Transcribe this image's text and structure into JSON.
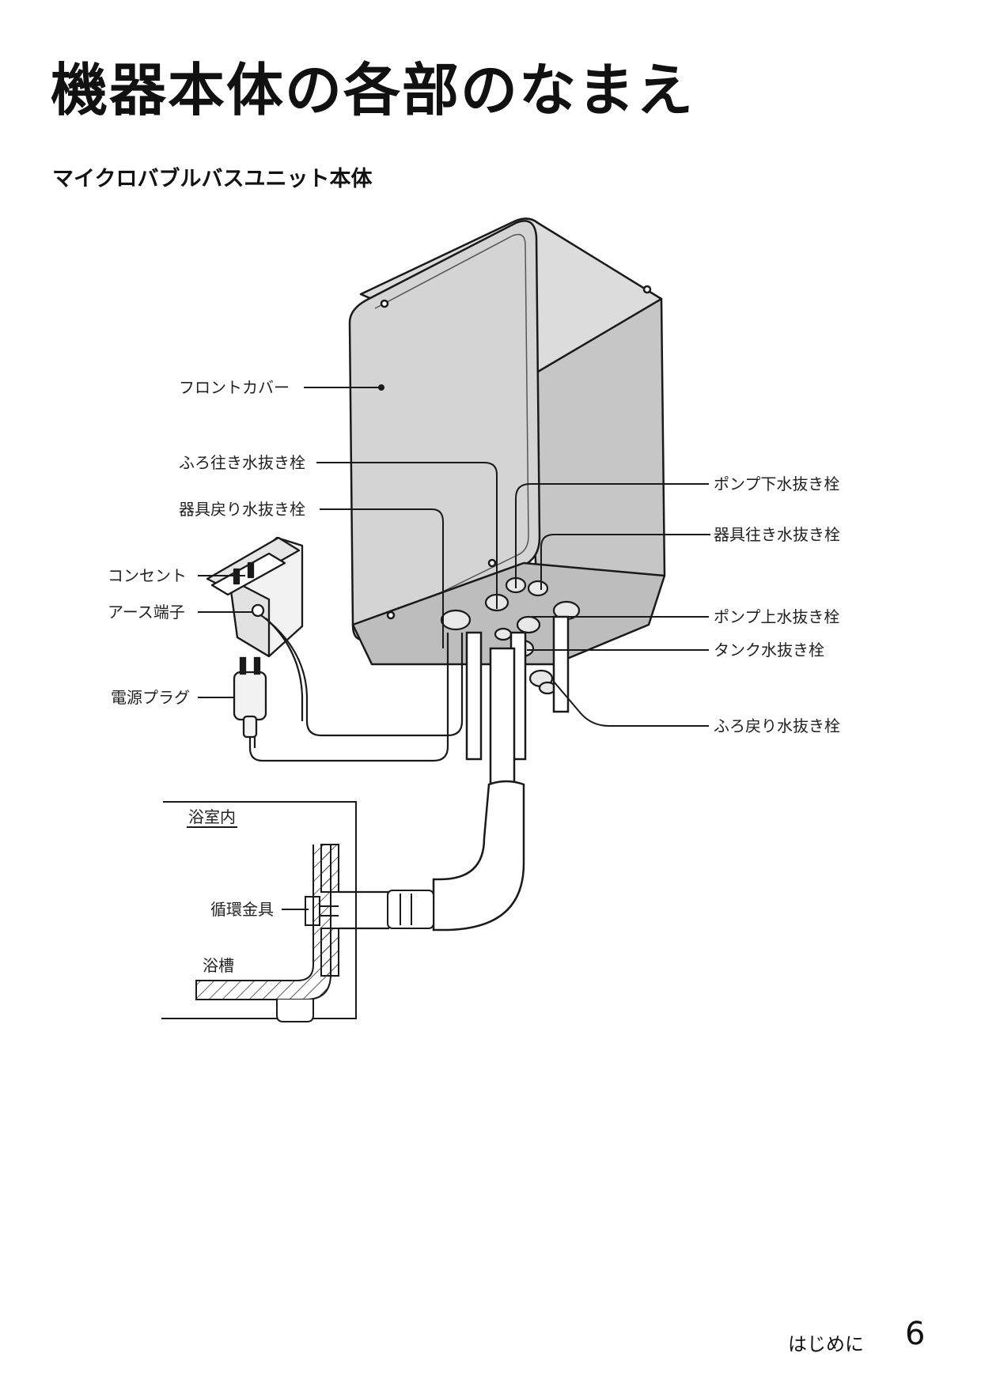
{
  "page_title": "機器本体の各部のなまえ",
  "section_title": "マイクロバブルバスユニット本体",
  "labels": {
    "front_cover": "フロントカバー",
    "bath_out_drain": "ふろ往き水抜き栓",
    "unit_return_drain": "器具戻り水抜き栓",
    "outlet": "コンセント",
    "earth_terminal": "アース端子",
    "power_plug": "電源プラグ",
    "pump_lower_drain": "ポンプ下水抜き栓",
    "unit_out_drain": "器具往き水抜き栓",
    "pump_upper_drain": "ポンプ上水抜き栓",
    "tank_drain": "タンク水抜き栓",
    "bath_return_drain": "ふろ戻り水抜き栓",
    "bathroom_inside": "浴室内",
    "circulation_fitting": "循環金具",
    "bathtub": "浴槽"
  },
  "footer": {
    "section": "はじめに",
    "page_number": "6"
  },
  "colors": {
    "unit_body": "#d4d4d4",
    "unit_side": "#c6c6c6",
    "line": "#1a1a1a"
  }
}
